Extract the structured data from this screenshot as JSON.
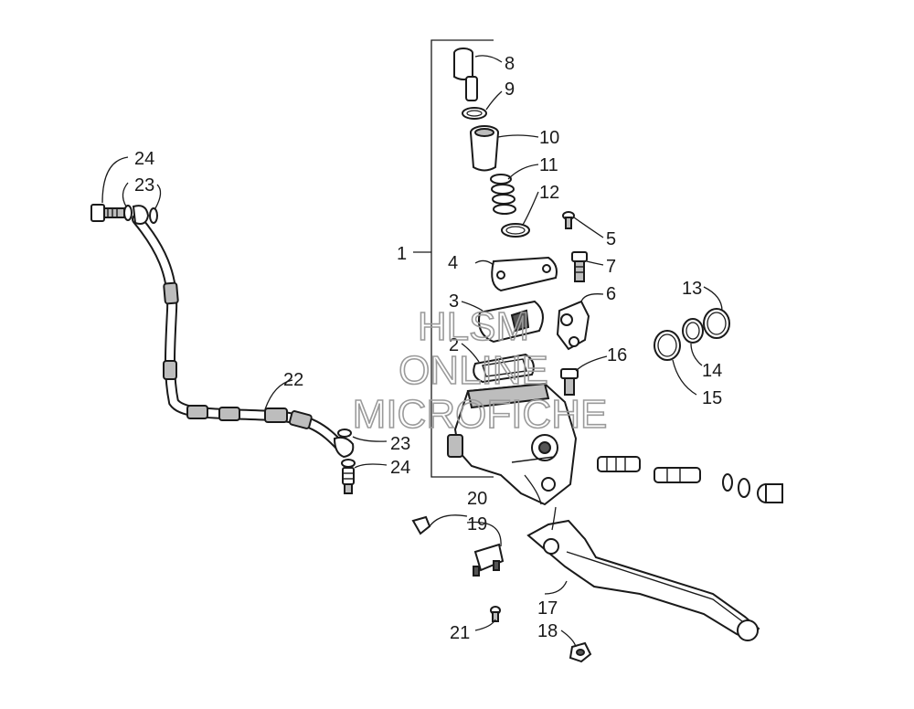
{
  "watermark": {
    "line1": "HLSM",
    "line2": "ONLINE",
    "line3": "MICROFICHE"
  },
  "callouts": {
    "c1": "1",
    "c2": "2",
    "c3": "3",
    "c4": "4",
    "c5": "5",
    "c6": "6",
    "c7": "7",
    "c8": "8",
    "c9": "9",
    "c10": "10",
    "c11": "11",
    "c12": "12",
    "c13": "13",
    "c14": "14",
    "c15": "15",
    "c16": "16",
    "c17": "17",
    "c18": "18",
    "c19": "19",
    "c20": "20",
    "c21": "21",
    "c22": "22",
    "c23_top": "23",
    "c23_bottom": "23",
    "c24_top": "24",
    "c24_bottom": "24"
  }
}
